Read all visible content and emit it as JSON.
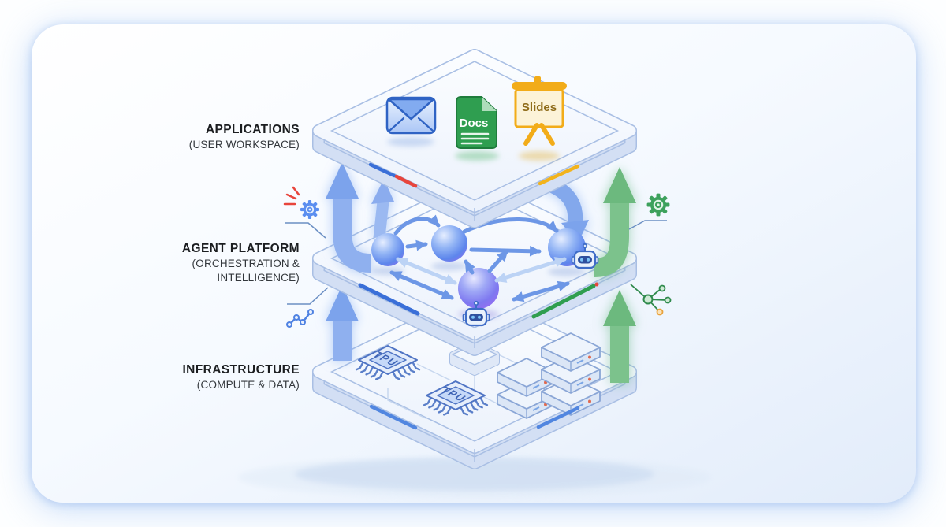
{
  "diagram": {
    "layers": [
      {
        "id": "applications",
        "title": "APPLICATIONS",
        "subtitle_lines": [
          "(USER WORKSPACE)"
        ]
      },
      {
        "id": "agent-platform",
        "title": "AGENT PLATFORM",
        "subtitle_lines": [
          "(ORCHESTRATION &",
          "INTELLIGENCE)"
        ]
      },
      {
        "id": "infrastructure",
        "title": "INFRASTRUCTURE",
        "subtitle_lines": [
          "(COMPUTE & DATA)"
        ]
      }
    ],
    "app_icons": [
      {
        "name": "email-envelope-icon",
        "label": ""
      },
      {
        "name": "docs-file-icon",
        "label": "Docs"
      },
      {
        "name": "slides-easel-icon",
        "label": "Slides"
      }
    ],
    "chips": [
      {
        "name": "tpu-chip-icon",
        "label": "TPU"
      },
      {
        "name": "tpu-chip-icon",
        "label": "TPU"
      }
    ],
    "side_icons": [
      {
        "name": "alert-gear-icon",
        "color": "#5b8ef0"
      },
      {
        "name": "settings-gear-icon",
        "color": "#3da15c"
      },
      {
        "name": "line-chart-icon",
        "color": "#4f82e2"
      },
      {
        "name": "network-branch-icon",
        "color": "#2f8a4c"
      }
    ],
    "agents": {
      "sphere_count": 4,
      "robot_count": 2
    },
    "servers": {
      "stacks": [
        2,
        3
      ]
    },
    "colors": {
      "accent_blue": "#3a6fd8",
      "accent_red": "#e8453c",
      "accent_yellow": "#f2b31c",
      "accent_green": "#2f9e4f",
      "arrow_blue": "#8fb0ef",
      "arrow_green": "#7cc28c",
      "sphere_blue": "#5d86ec",
      "sphere_purple": "#9e6af2",
      "platform_edge": "#a9bfe4",
      "card_glow": "#b9d7f8"
    }
  }
}
